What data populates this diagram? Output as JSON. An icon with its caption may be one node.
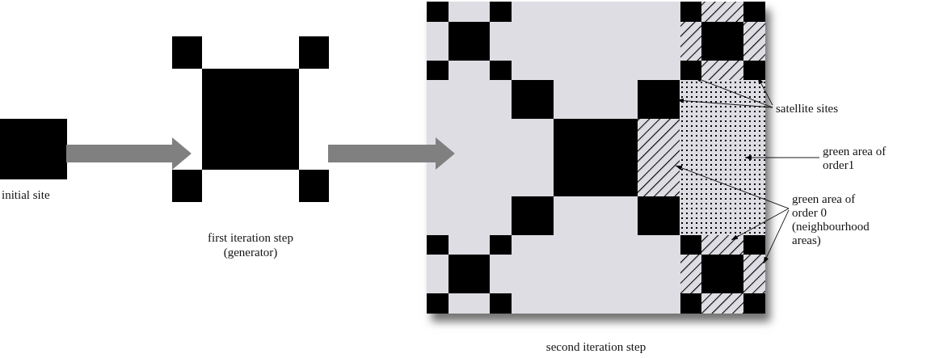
{
  "diagram": {
    "nodes": [
      {
        "text": [],
        "shape": "box",
        "beside": [
          "initial site"
        ]
      },
      {
        "text": [],
        "shape": "picture",
        "beside": [
          "first iteration step (generator)"
        ]
      },
      {
        "text": [],
        "shape": "picture",
        "beside": [
          "second iteration step"
        ]
      },
      {
        "text": [
          "satellite sites"
        ]
      },
      {
        "text": [
          "green area of order1"
        ]
      },
      {
        "text": [
          "green area of order 0 (neighbourhood areas)"
        ]
      },
      {
        "text": [],
        "shape": "box",
        "in": 2
      }
    ],
    "edges": [
      {
        "from": 0,
        "to": 1,
        "arrow": "to",
        "style": "thick",
        "color": "#808080"
      },
      {
        "from": 1,
        "to": 2,
        "arrow": "to",
        "style": "thick",
        "color": "#808080"
      },
      {
        "from": 3,
        "to": 2,
        "arrow": "to"
      },
      {
        "from": 3,
        "to": 2,
        "arrow": "to"
      },
      {
        "from": 3,
        "to": 2,
        "arrow": "to"
      },
      {
        "from": 4,
        "to": 6,
        "arrow": "to"
      },
      {
        "from": 5,
        "to": 2,
        "arrow": "to"
      },
      {
        "from": 5,
        "to": 2,
        "arrow": "to"
      },
      {
        "from": 5,
        "to": 2,
        "arrow": "to"
      }
    ]
  }
}
